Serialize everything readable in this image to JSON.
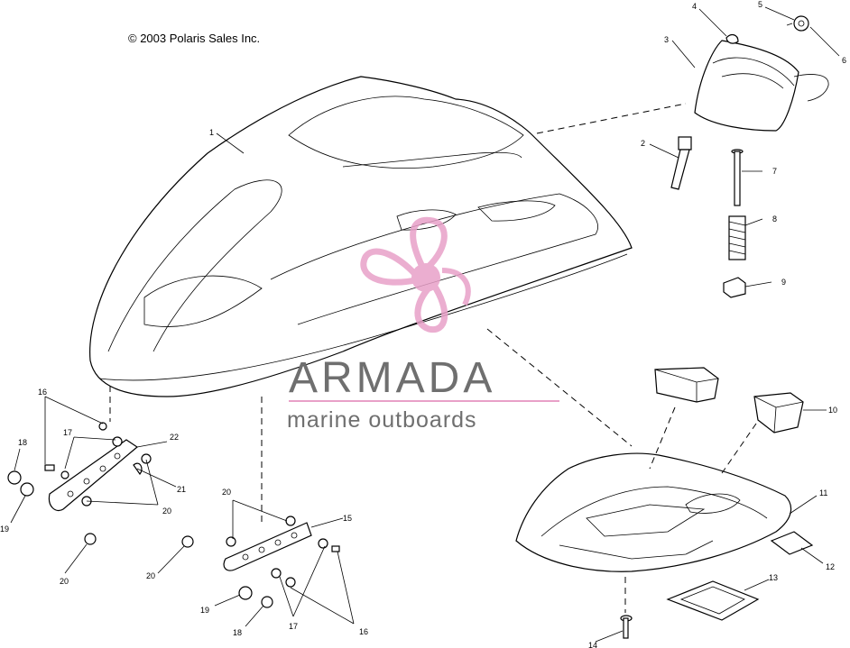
{
  "copyright": "© 2003 Polaris Sales Inc.",
  "watermark": {
    "brand": "ARMADA",
    "tagline": "marine outboards",
    "colors": {
      "logo": "#e8a0c8",
      "text": "#6f6f6f"
    }
  },
  "callouts": {
    "c1": "1",
    "c2": "2",
    "c3": "3",
    "c4": "4",
    "c5": "5",
    "c6": "6",
    "c7": "7",
    "c8": "8",
    "c9": "9",
    "c10": "10",
    "c11": "11",
    "c12": "12",
    "c13": "13",
    "c14": "14",
    "c15": "15",
    "c16a": "16",
    "c16b": "16",
    "c17a": "17",
    "c17b": "17",
    "c18a": "18",
    "c18b": "18",
    "c19a": "19",
    "c19b": "19",
    "c20a": "20",
    "c20b": "20",
    "c20c": "20",
    "c20d": "20",
    "c21": "21",
    "c22": "22"
  }
}
